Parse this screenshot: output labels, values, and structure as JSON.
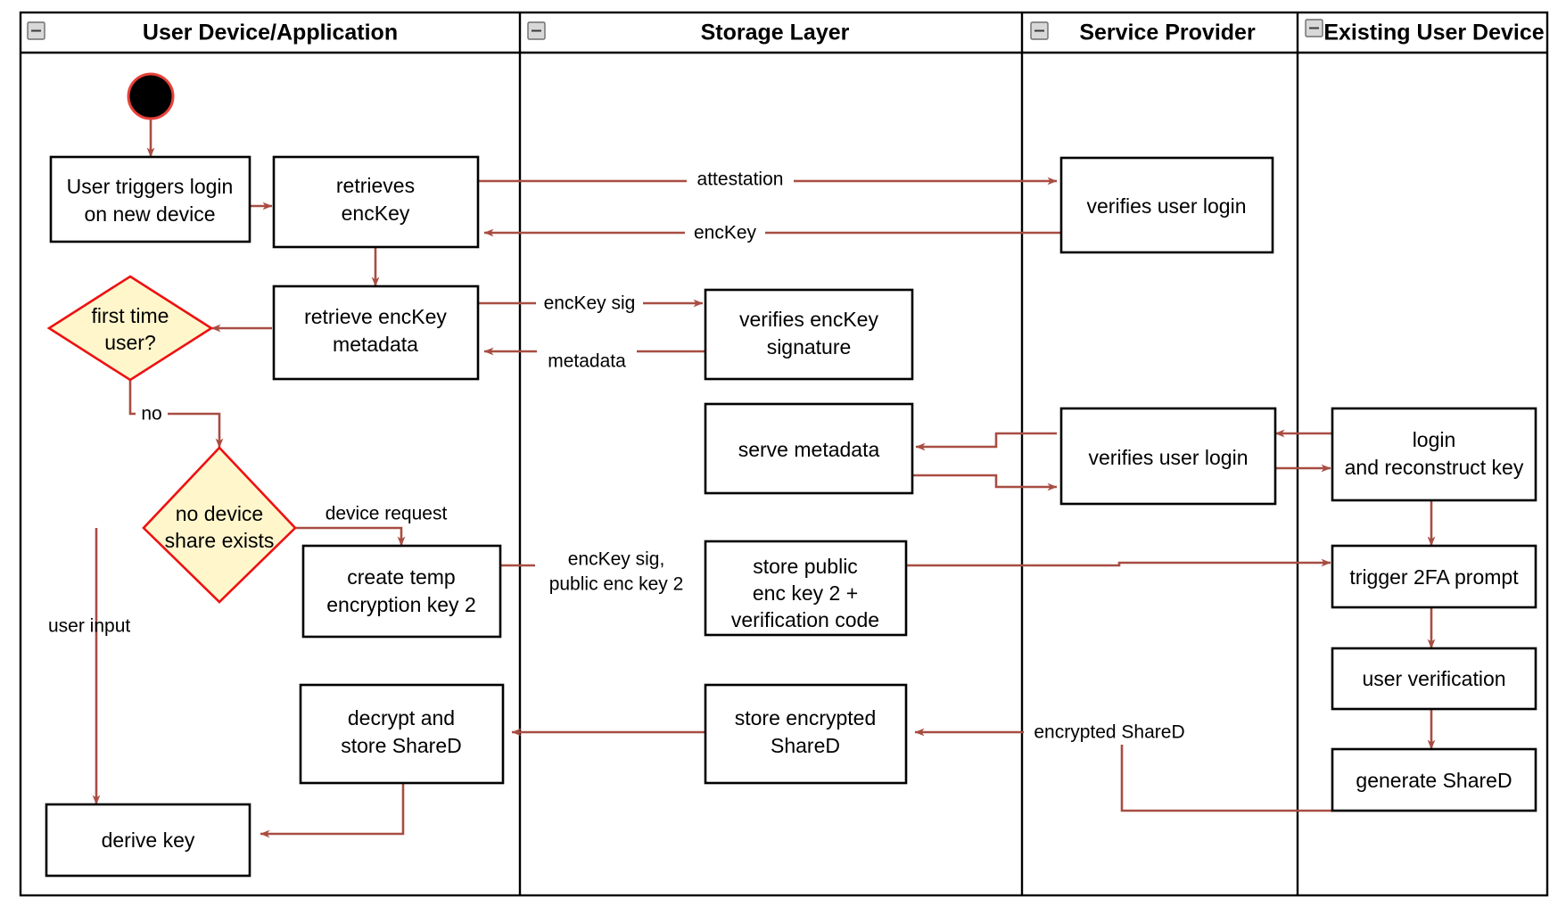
{
  "diagram": {
    "type": "uml-activity-swimlane",
    "title": "Key recovery / login on new device flow",
    "colors": {
      "flow_arrow": "#a84d42",
      "decision_fill": "#fff6cc",
      "decision_stroke": "#ee1111",
      "node_stroke": "#000000",
      "node_fill": "#ffffff",
      "start_fill": "#000000",
      "start_stroke": "#e8413a",
      "lane_border": "#000000",
      "background": "#ffffff"
    },
    "lanes": [
      {
        "id": "lane-user-device",
        "label": "User Device/Application",
        "collapse_icon": "minus-box-icon"
      },
      {
        "id": "lane-storage",
        "label": "Storage Layer",
        "collapse_icon": "minus-box-icon"
      },
      {
        "id": "lane-service-provider",
        "label": "Service Provider",
        "collapse_icon": "minus-box-icon"
      },
      {
        "id": "lane-existing-device",
        "label": "Existing User Device",
        "collapse_icon": "minus-box-icon"
      }
    ],
    "nodes": [
      {
        "id": "start",
        "lane": "lane-user-device",
        "shape": "initial-node",
        "label": ""
      },
      {
        "id": "n-trigger-login",
        "lane": "lane-user-device",
        "shape": "activity",
        "label": "User triggers login\non new device",
        "lines": [
          "User triggers login",
          "on new device"
        ]
      },
      {
        "id": "n-retrieves-enckey",
        "lane": "lane-user-device",
        "shape": "activity",
        "label": "retrieves\nencKey",
        "lines": [
          "retrieves",
          "encKey"
        ]
      },
      {
        "id": "n-retrieve-metadata",
        "lane": "lane-user-device",
        "shape": "activity",
        "label": "retrieve encKey\nmetadata",
        "lines": [
          "retrieve encKey",
          "metadata"
        ]
      },
      {
        "id": "d-first-time-user",
        "lane": "lane-user-device",
        "shape": "decision",
        "label": "first time\nuser?",
        "lines": [
          "first time",
          "user?"
        ]
      },
      {
        "id": "d-no-device-share",
        "lane": "lane-user-device",
        "shape": "decision",
        "label": "no device\nshare exists",
        "lines": [
          "no device",
          "share exists"
        ]
      },
      {
        "id": "n-create-temp-key",
        "lane": "lane-user-device",
        "shape": "activity",
        "label": "create temp\nencryption key 2",
        "lines": [
          "create temp",
          "encryption key 2"
        ]
      },
      {
        "id": "n-decrypt-store-shared",
        "lane": "lane-user-device",
        "shape": "activity",
        "label": "decrypt and\nstore ShareD",
        "lines": [
          "decrypt and",
          "store ShareD"
        ]
      },
      {
        "id": "n-derive-key",
        "lane": "lane-user-device",
        "shape": "activity",
        "label": "derive key",
        "lines": [
          "derive key"
        ]
      },
      {
        "id": "n-verifies-enckey-sig",
        "lane": "lane-storage",
        "shape": "activity",
        "label": "verifies encKey\nsignature",
        "lines": [
          "verifies encKey",
          "signature"
        ]
      },
      {
        "id": "n-serve-metadata",
        "lane": "lane-storage",
        "shape": "activity",
        "label": "serve metadata",
        "lines": [
          "serve metadata"
        ]
      },
      {
        "id": "n-store-public-key",
        "lane": "lane-storage",
        "shape": "activity",
        "label": "store public\nenc key 2 +\nverification code",
        "lines": [
          "store public",
          "enc key 2 +",
          "verification code"
        ]
      },
      {
        "id": "n-store-encrypted-shared",
        "lane": "lane-storage",
        "shape": "activity",
        "label": "store encrypted\nShareD",
        "lines": [
          "store encrypted",
          "ShareD"
        ]
      },
      {
        "id": "n-verifies-user-login-1",
        "lane": "lane-service-provider",
        "shape": "activity",
        "label": "verifies user login",
        "lines": [
          "verifies user login"
        ]
      },
      {
        "id": "n-verifies-user-login-2",
        "lane": "lane-service-provider",
        "shape": "activity",
        "label": "verifies user login",
        "lines": [
          "verifies user login"
        ]
      },
      {
        "id": "n-login-reconstruct",
        "lane": "lane-existing-device",
        "shape": "activity",
        "label": "login\nand reconstruct key",
        "lines": [
          "login",
          "and reconstruct key"
        ]
      },
      {
        "id": "n-trigger-2fa",
        "lane": "lane-existing-device",
        "shape": "activity",
        "label": "trigger 2FA prompt",
        "lines": [
          "trigger 2FA prompt"
        ]
      },
      {
        "id": "n-user-verification",
        "lane": "lane-existing-device",
        "shape": "activity",
        "label": "user verification",
        "lines": [
          "user verification"
        ]
      },
      {
        "id": "n-generate-shared",
        "lane": "lane-existing-device",
        "shape": "activity",
        "label": "generate ShareD",
        "lines": [
          "generate ShareD"
        ]
      }
    ],
    "edges": [
      {
        "id": "e-start-login",
        "from": "start",
        "to": "n-trigger-login",
        "label": ""
      },
      {
        "id": "e-login-retrieves",
        "from": "n-trigger-login",
        "to": "n-retrieves-enckey",
        "label": ""
      },
      {
        "id": "e-retrieves-attestation",
        "from": "n-retrieves-enckey",
        "to": "n-verifies-user-login-1",
        "label": "attestation"
      },
      {
        "id": "e-enckey-back",
        "from": "n-verifies-user-login-1",
        "to": "n-retrieves-enckey",
        "label": "encKey"
      },
      {
        "id": "e-retrieves-metadata",
        "from": "n-retrieves-enckey",
        "to": "n-retrieve-metadata",
        "label": ""
      },
      {
        "id": "e-enckey-sig",
        "from": "n-retrieve-metadata",
        "to": "n-verifies-enckey-sig",
        "label": "encKey sig"
      },
      {
        "id": "e-metadata-back",
        "from": "n-verifies-enckey-sig",
        "to": "n-retrieve-metadata",
        "label": "metadata"
      },
      {
        "id": "e-metadata-decision",
        "from": "n-retrieve-metadata",
        "to": "d-first-time-user",
        "label": ""
      },
      {
        "id": "e-no-branch",
        "from": "d-first-time-user",
        "to": "d-no-device-share",
        "label": "no"
      },
      {
        "id": "e-device-request",
        "from": "d-no-device-share",
        "to": "n-create-temp-key",
        "label": "device request"
      },
      {
        "id": "e-user-input",
        "from": "d-no-device-share",
        "to": "n-derive-key",
        "label": "user input"
      },
      {
        "id": "e-enckey-sig-public",
        "from": "n-create-temp-key",
        "to": "n-store-public-key",
        "label": "encKey sig,\npublic enc key 2",
        "lines": [
          "encKey sig,",
          "public enc key 2"
        ]
      },
      {
        "id": "e-store-public-2fa",
        "from": "n-store-public-key",
        "to": "n-trigger-2fa",
        "label": ""
      },
      {
        "id": "e-login-verifies-2",
        "from": "n-login-reconstruct",
        "to": "n-verifies-user-login-2",
        "label": ""
      },
      {
        "id": "e-verifies-2-login",
        "from": "n-verifies-user-login-2",
        "to": "n-login-reconstruct",
        "label": ""
      },
      {
        "id": "e-verifies-2-serve",
        "from": "n-verifies-user-login-2",
        "to": "n-serve-metadata",
        "label": ""
      },
      {
        "id": "e-serve-verifies-2",
        "from": "n-serve-metadata",
        "to": "n-verifies-user-login-2",
        "label": ""
      },
      {
        "id": "e-login-2fa",
        "from": "n-login-reconstruct",
        "to": "n-trigger-2fa",
        "label": ""
      },
      {
        "id": "e-2fa-userverif",
        "from": "n-trigger-2fa",
        "to": "n-user-verification",
        "label": ""
      },
      {
        "id": "e-userverif-generate",
        "from": "n-user-verification",
        "to": "n-generate-shared",
        "label": ""
      },
      {
        "id": "e-encrypted-shared",
        "from": "n-generate-shared",
        "to": "n-store-encrypted-shared",
        "label": "encrypted ShareD"
      },
      {
        "id": "e-stored-decrypt",
        "from": "n-store-encrypted-shared",
        "to": "n-decrypt-store-shared",
        "label": ""
      },
      {
        "id": "e-decrypt-derive",
        "from": "n-decrypt-store-shared",
        "to": "n-derive-key",
        "label": ""
      }
    ],
    "labels": {
      "attestation": "attestation",
      "encKey": "encKey",
      "encKey_sig": "encKey sig",
      "metadata": "metadata",
      "no": "no",
      "device_request": "device request",
      "user_input": "user input",
      "encKey_sig_public_l1": "encKey sig,",
      "encKey_sig_public_l2": "public enc key 2",
      "encrypted_shared": "encrypted ShareD"
    }
  }
}
